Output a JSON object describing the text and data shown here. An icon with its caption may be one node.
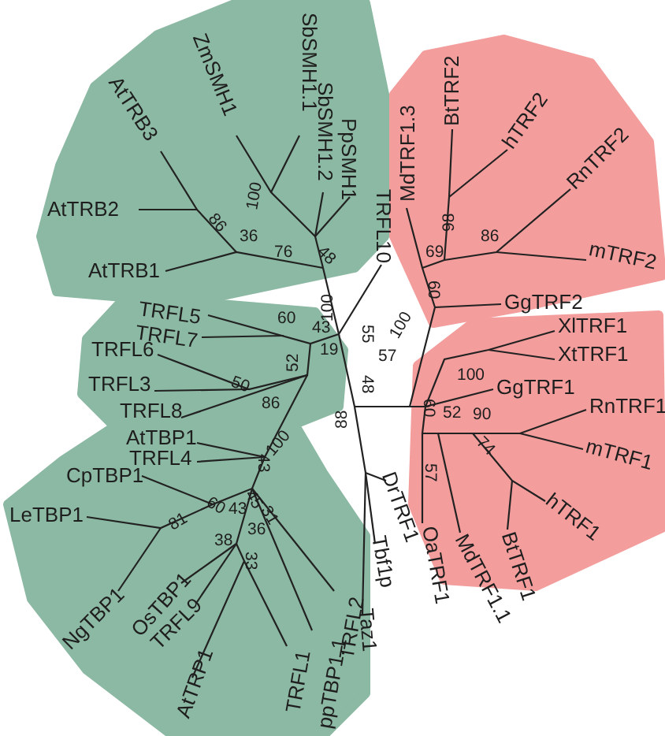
{
  "diagram": {
    "nodes": [
      {
        "text": [
          "AtTRB3",
          "ZmSMH1",
          "SbSMH1.1",
          "SbSMH1.2",
          "PpSMH1",
          "AtTRB2",
          "AtTRB1"
        ]
      },
      {
        "text": [
          "BtTRF2",
          "MdTRF1.3",
          "hTRF2",
          "RnTRF2",
          "mTRF2",
          "GgTRF2"
        ]
      },
      {
        "text": [
          "TRFL5",
          "TRFL7",
          "TRFL6",
          "TRFL3",
          "TRFL8"
        ]
      },
      {
        "text": [
          "XlTRF1",
          "XtTRF1",
          "GgTRF1",
          "RnTRF1",
          "mTRF1",
          "hTRF1",
          "OaTRF1",
          "MdTRF1.1",
          "BtTRF1"
        ]
      },
      {
        "text": [
          "AtTBP1",
          "TRFL4",
          "CpTBP1",
          "LeTBP1",
          "NgTBP1",
          "OsTBP1",
          "TRFL9",
          "AtTRP1",
          "TRFL1",
          "ppTBP1.1",
          "TRFL2"
        ]
      }
    ],
    "labels": [
      "86",
      "100",
      "36",
      "76",
      "48",
      "TRFL10",
      "98",
      "69",
      "86",
      "60",
      "100",
      "100",
      "60",
      "43",
      "19",
      "55",
      "57",
      "52",
      "50",
      "86",
      "48",
      "100",
      "60",
      "52",
      "90",
      "100",
      "88",
      "74",
      "43",
      "57",
      "DrTRF1",
      "81",
      "60",
      "43",
      "45",
      "31",
      "36",
      "38",
      "33",
      "Tbf1p",
      "Taz1"
    ]
  }
}
